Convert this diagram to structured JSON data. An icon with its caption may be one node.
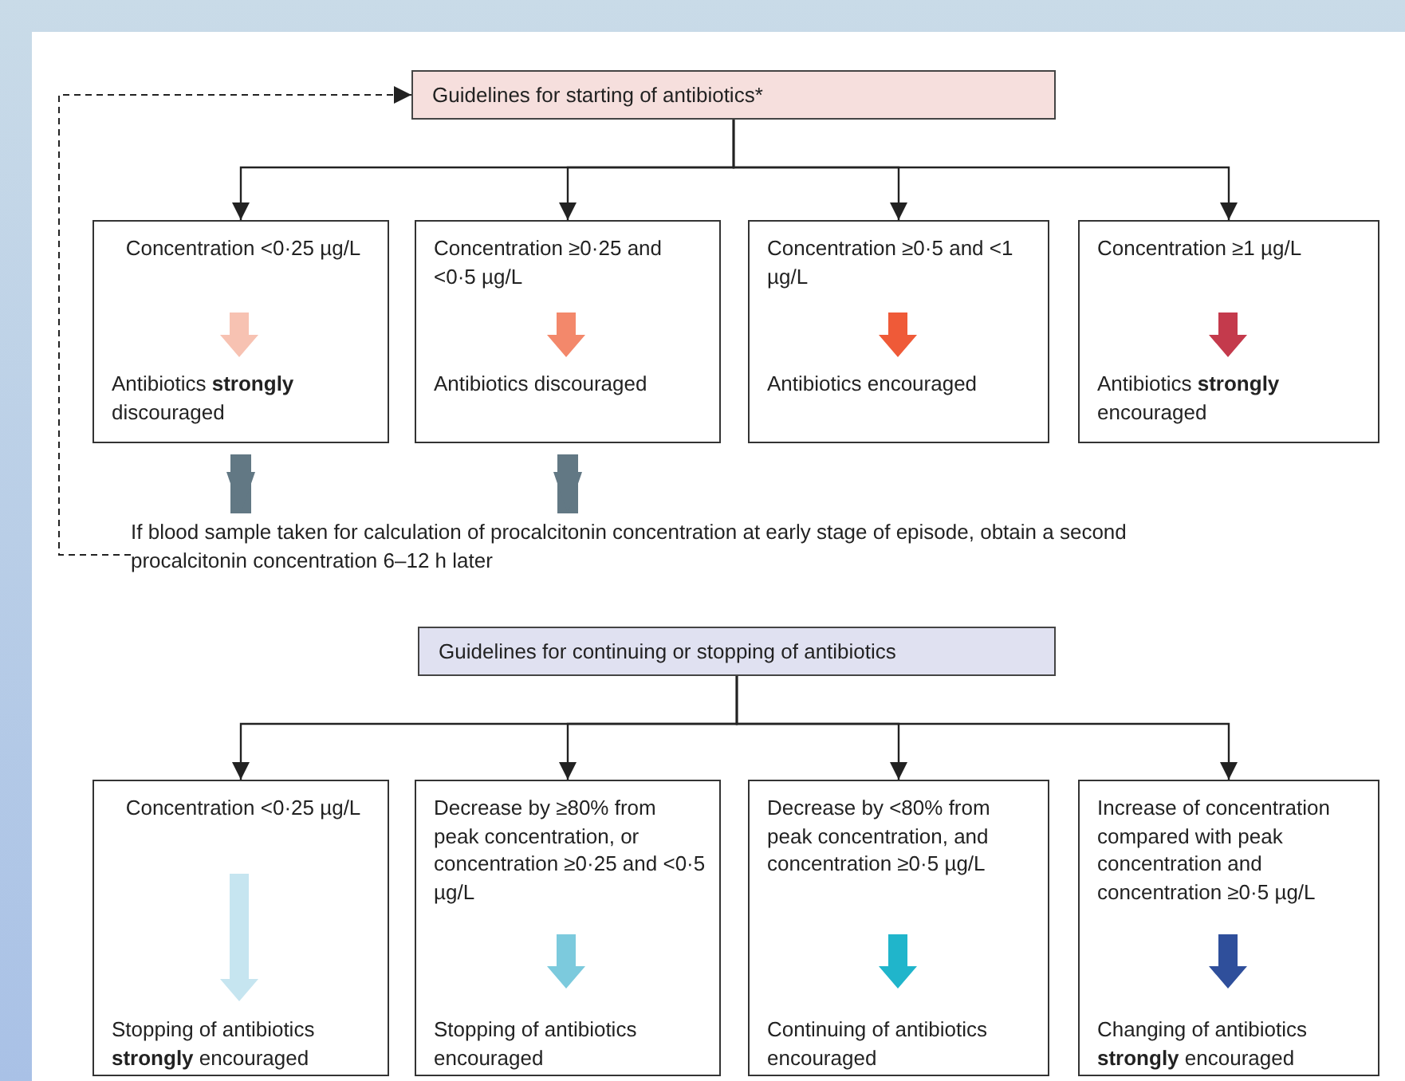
{
  "diagram": {
    "nodes": [
      {
        "text": [
          "Guidelines for starting of antibiotics*"
        ]
      },
      {
        "text": [
          "Concentration <0·25 µg/L",
          "Antibiotics **strongly** discouraged"
        ]
      },
      {
        "text": [
          "Concentration ≥0·25 and <0·5 µg/L",
          "Antibiotics discouraged"
        ]
      },
      {
        "text": [
          "Concentration ≥0·5 and <1 µg/L",
          "Antibiotics encouraged"
        ]
      },
      {
        "text": [
          "Concentration ≥1 µg/L",
          "Antibiotics **strongly** encouraged"
        ]
      },
      {
        "text": [
          "If blood sample taken for calculation of procalcitonin concentration at early stage of episode, obtain a second procalcitonin concentration 6–12 h later"
        ]
      },
      {
        "text": [
          "Guidelines for continuing or stopping of antibiotics"
        ]
      },
      {
        "text": [
          "Concentration <0·25 µg/L",
          "Stopping of antibiotics **strongly** encouraged"
        ]
      },
      {
        "text": [
          "Decrease by ≥80% from peak concentration, or concentration ≥0·25 and <0·5 µg/L",
          "Stopping of antibiotics encouraged"
        ]
      },
      {
        "text": [
          "Decrease by <80% from peak concentration, and concentration ≥0·5 µg/L",
          "Continuing of antibiotics encouraged"
        ]
      },
      {
        "text": [
          "Increase of concentration compared with peak concentration and concentration ≥0·5 µg/L",
          "Changing of antibiotics **strongly** encouraged"
        ]
      }
    ],
    "edges": [
      {
        "from": 0,
        "to": 1,
        "arrow": "to"
      },
      {
        "from": 0,
        "to": 2,
        "arrow": "to"
      },
      {
        "from": 0,
        "to": 3,
        "arrow": "to"
      },
      {
        "from": 0,
        "to": 4,
        "arrow": "to"
      },
      {
        "from": 1,
        "to": 5,
        "arrow": "to",
        "style": "thick",
        "color": "#627884"
      },
      {
        "from": 2,
        "to": 5,
        "arrow": "to",
        "style": "thick",
        "color": "#627884"
      },
      {
        "from": 5,
        "to": 0,
        "arrow": "to",
        "style": "dashed"
      },
      {
        "from": 6,
        "to": 7,
        "arrow": "to"
      },
      {
        "from": 6,
        "to": 8,
        "arrow": "to"
      },
      {
        "from": 6,
        "to": 9,
        "arrow": "to"
      },
      {
        "from": 6,
        "to": 10,
        "arrow": "to"
      }
    ]
  }
}
